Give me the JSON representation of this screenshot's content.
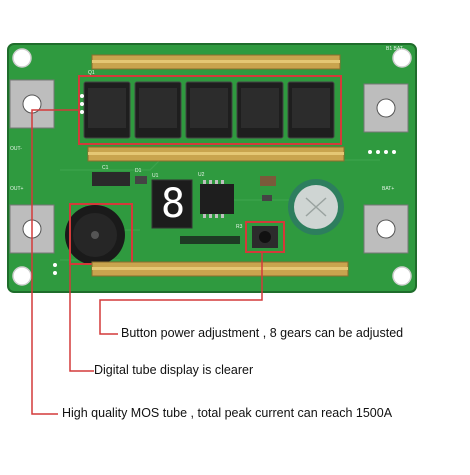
{
  "board": {
    "top_right_label": "B1 BAT-",
    "side_labels": [
      "OUT-",
      "OUT+",
      "BAT+"
    ],
    "component_labels": [
      "C1",
      "D1",
      "U2",
      "U1",
      "R3",
      "Q1"
    ],
    "display_digit": "8"
  },
  "callouts": [
    {
      "text": "Button power adjustment , 8 gears can be adjusted"
    },
    {
      "text": "Digital tube display is clearer"
    },
    {
      "text": "High quality MOS tube , total peak current can reach 1500A"
    }
  ],
  "colors": {
    "pcb": "#2f9a3f",
    "pcb_dark": "#237c31",
    "copper": "#c9a44e",
    "callout_line": "#d43a3a",
    "text": "#111111"
  }
}
